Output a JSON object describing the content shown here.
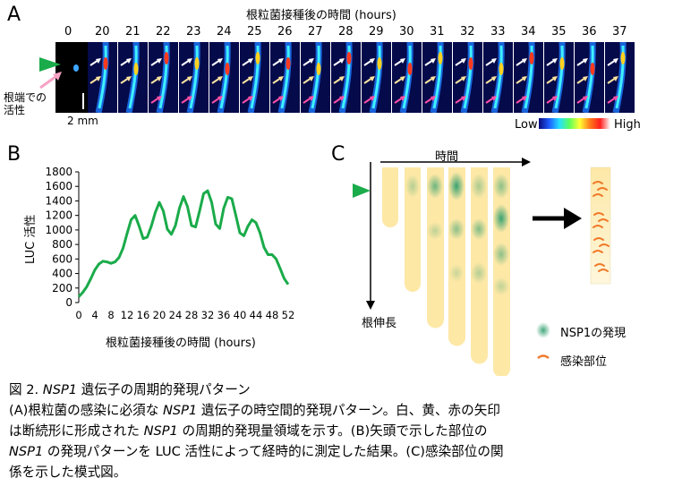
{
  "panelA": {
    "letter": "A",
    "axis_title": "根粒菌接種後の時間 (hours)",
    "time_labels": [
      "0",
      "20",
      "21",
      "22",
      "23",
      "24",
      "25",
      "26",
      "27",
      "28",
      "29",
      "30",
      "31",
      "32",
      "33",
      "34",
      "35",
      "36",
      "37"
    ],
    "root_tip_label_line1": "根端での",
    "root_tip_label_line2": "活性",
    "scale_label": "2 mm",
    "colorbar_low": "Low",
    "colorbar_high": "High"
  },
  "panelB": {
    "letter": "B",
    "ylabel": "LUC 活性",
    "xlabel": "根粒菌接種後の時間 (hours)"
  },
  "chart_data": {
    "type": "line",
    "x": [
      0,
      1,
      2,
      3,
      4,
      5,
      6,
      7,
      8,
      9,
      10,
      11,
      12,
      13,
      14,
      15,
      16,
      17,
      18,
      19,
      20,
      21,
      22,
      23,
      24,
      25,
      26,
      27,
      28,
      29,
      30,
      31,
      32,
      33,
      34,
      35,
      36,
      37,
      38,
      39,
      40,
      41,
      42,
      43,
      44,
      45,
      46,
      47,
      48,
      49,
      50,
      51,
      52
    ],
    "series": [
      {
        "values": [
          80,
          140,
          220,
          330,
          450,
          530,
          570,
          560,
          540,
          560,
          620,
          750,
          950,
          1140,
          1200,
          1050,
          880,
          900,
          1050,
          1240,
          1380,
          1260,
          1010,
          940,
          1060,
          1300,
          1460,
          1320,
          1060,
          1040,
          1260,
          1500,
          1540,
          1380,
          1080,
          1020,
          1300,
          1450,
          1430,
          1200,
          960,
          920,
          1050,
          1140,
          1100,
          960,
          760,
          660,
          660,
          600,
          470,
          330,
          250
        ]
      }
    ],
    "xlabel": "根粒菌接種後の時間 (hours)",
    "ylabel": "LUC 活性",
    "xticks": [
      0,
      4,
      8,
      12,
      16,
      20,
      24,
      28,
      32,
      36,
      40,
      44,
      48,
      52
    ],
    "yticks": [
      0,
      200,
      400,
      600,
      800,
      1000,
      1200,
      1400,
      1600,
      1800
    ],
    "xlim": [
      0,
      52
    ],
    "ylim": [
      0,
      1800
    ],
    "line_color": "#1aab4a",
    "grid": false
  },
  "panelC": {
    "letter": "C",
    "time_label": "時間",
    "elongation_label": "根伸長",
    "legend_expression": "NSP1の発現",
    "legend_infection": "感染部位"
  },
  "caption": {
    "title_prefix": "図 2. ",
    "title_gene": "NSP1",
    "title_suffix": " 遺伝子の周期的発現パターン",
    "line1_a": "(A)根粒菌の感染に必須な ",
    "line1_gene": "NSP1",
    "line1_b": " 遺伝子の時空間的発現パターン。白、黄、赤の矢印",
    "line2_a": "は断続形に形成された ",
    "line2_gene": "NSP1",
    "line2_b": " の周期的発現量領域を示す。(B)矢頭で示した部位の",
    "line3_gene": "NSP1",
    "line3_b": " の発現パターンを LUC 活性によって経時的に測定した結果。(C)感染部位の関",
    "line4": "係を示した模式図。"
  },
  "colors": {
    "accent_green": "#1aab4a",
    "root_fill": "#fde8a6",
    "expression": "#2e9e6e",
    "infection": "#f07a2a",
    "strip_bg": "#050a4a"
  }
}
